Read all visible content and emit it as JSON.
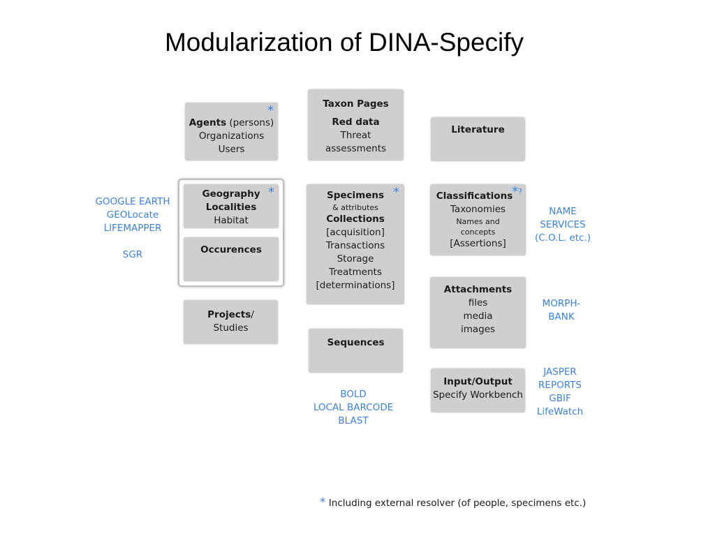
{
  "title": "Modularization of DINA-Specify",
  "accent_color": "#3b82e0",
  "box_color": "#cfcfcf",
  "star": "*",
  "modules": {
    "agents": {
      "bold": "Agents",
      "normal": " (persons)",
      "lines": [
        "Organizations",
        "Users"
      ],
      "starred": true
    },
    "taxon_pages": {
      "lines_bold": [
        "Taxon Pages"
      ],
      "red_data": "Red data",
      "lines": [
        "Threat",
        "assessments"
      ]
    },
    "literature": {
      "bold": "Literature"
    },
    "geography": {
      "lines_bold": [
        "Geography",
        "Localities"
      ],
      "lines": [
        "Habitat"
      ],
      "starred": true
    },
    "occurences": {
      "bold": "Occurences"
    },
    "specimens": {
      "bold": "Specimens",
      "attr": "& attributes",
      "collections": "Collections",
      "lines": [
        "[acquisition]",
        "Transactions",
        "Storage",
        "Treatments",
        "[determinations]"
      ],
      "starred": true
    },
    "classifications": {
      "bold": "Classifications",
      "star_suffix": "?",
      "lines": [
        "Taxonomies"
      ],
      "small": [
        "Names and",
        "concepts"
      ],
      "last": "[Assertions]"
    },
    "projects": {
      "bold": "Projects",
      "slash": "/",
      "lines": [
        "Studies"
      ]
    },
    "attachments": {
      "bold": "Attachments",
      "lines": [
        "files",
        "media",
        "images"
      ]
    },
    "sequences": {
      "bold": "Sequences"
    },
    "input_output": {
      "bold": "Input/Output",
      "lines": [
        "Specify Workbench"
      ]
    }
  },
  "external": {
    "geo": [
      "GOOGLE EARTH",
      "GEOLocate",
      "LIFEMAPPER",
      "",
      "SGR"
    ],
    "name": [
      "NAME",
      "SERVICES",
      "(C.O.L. etc.)"
    ],
    "morph": [
      "MORPH-",
      "BANK"
    ],
    "jasper": [
      "JASPER",
      "REPORTS",
      "GBIF",
      "LifeWatch"
    ],
    "bold": [
      "BOLD",
      "LOCAL BARCODE",
      "BLAST"
    ]
  },
  "footnote": "Including external resolver (of people, specimens etc.)"
}
